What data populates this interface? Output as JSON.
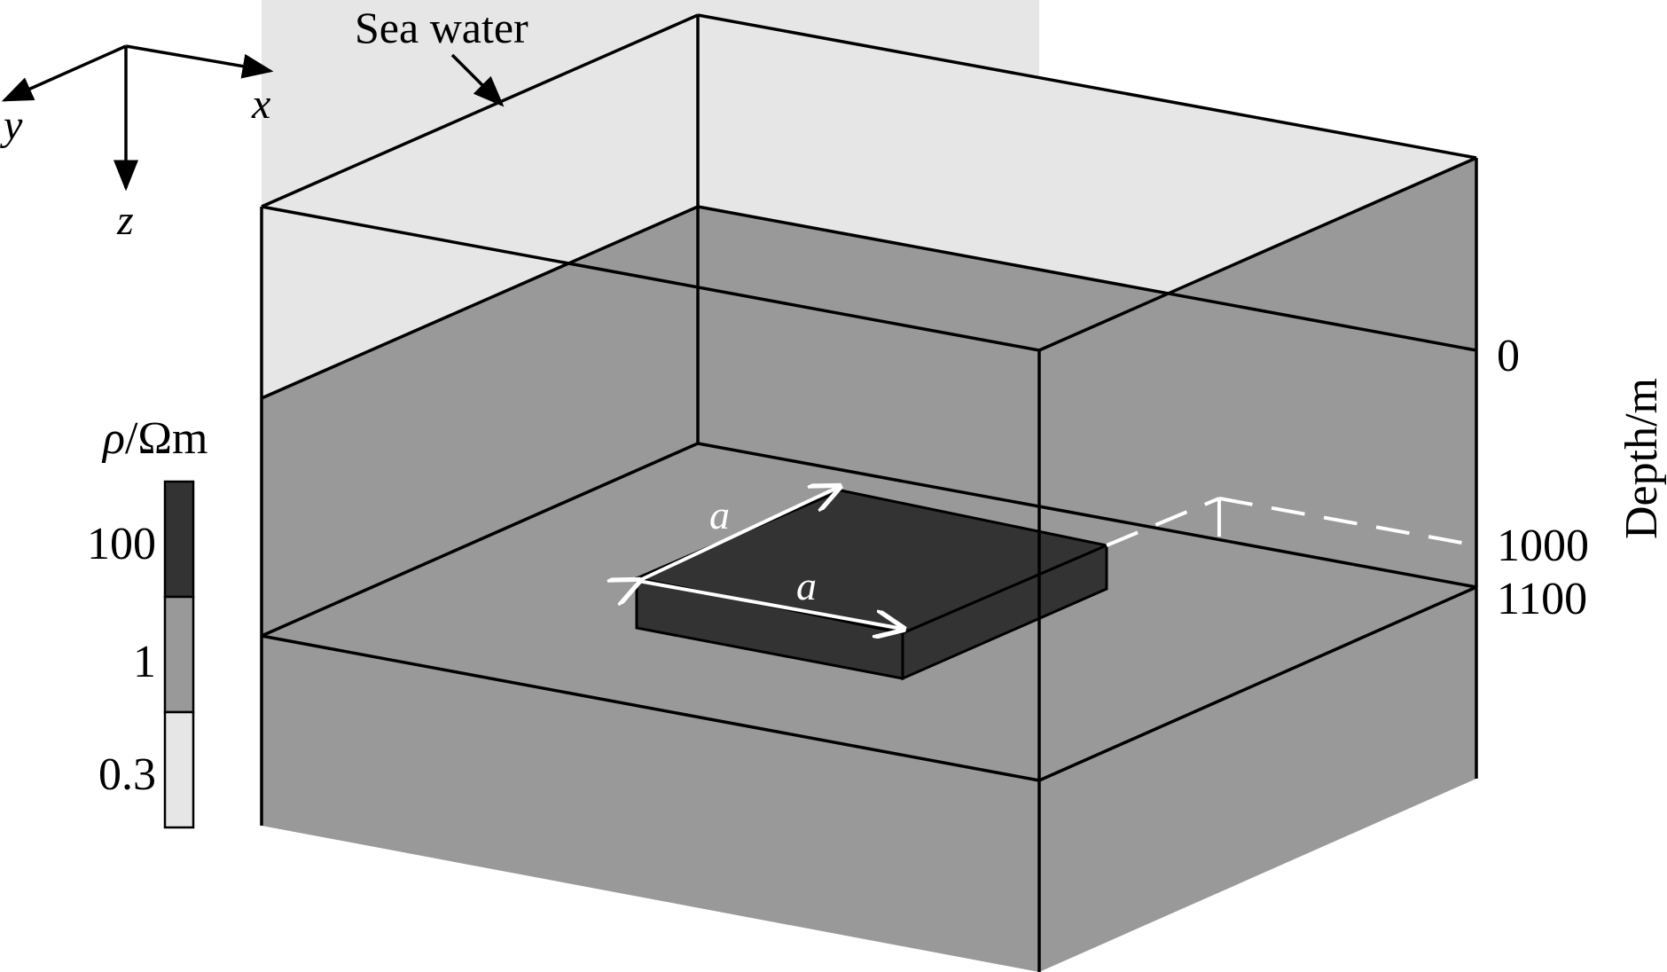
{
  "labels": {
    "sea_water": "Sea water",
    "axis_x": "x",
    "axis_y": "y",
    "axis_z": "z",
    "depth_axis_title": "Depth/m",
    "depth_0": "0",
    "depth_1000": "1000",
    "depth_1100": "1100",
    "side_a_1": "a",
    "side_a_2": "a"
  },
  "legend": {
    "title_symbol": "ρ",
    "title_unit": "/Ωm",
    "entries": [
      {
        "label": "100",
        "color": "#333333"
      },
      {
        "label": "1",
        "color": "#999999"
      },
      {
        "label": "0.3",
        "color": "#e6e6e6"
      }
    ]
  },
  "colors": {
    "sea_water": "#e6e6e6",
    "sediment": "#999999",
    "reservoir": "#333333",
    "outline": "#000000",
    "dimension_arrows": "#ffffff"
  }
}
